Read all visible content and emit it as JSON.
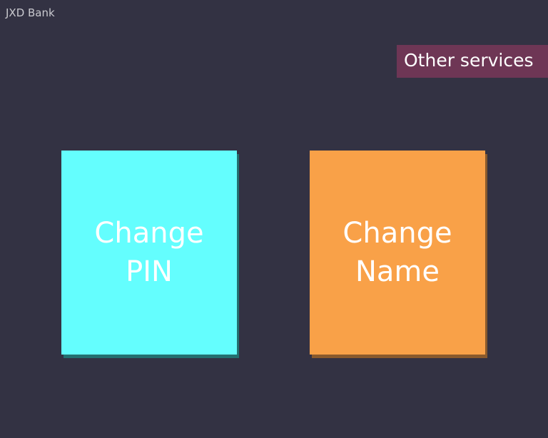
{
  "header": {
    "bank_name": "JXD Bank"
  },
  "actions": {
    "other_services_label": "Other services"
  },
  "tiles": [
    {
      "line1": "Change",
      "line2": "PIN",
      "color": "#64fefe"
    },
    {
      "line1": "Change",
      "line2": "Name",
      "color": "#f9a148"
    }
  ],
  "colors": {
    "background": "#333243",
    "other_services_bg": "#6e3655"
  }
}
